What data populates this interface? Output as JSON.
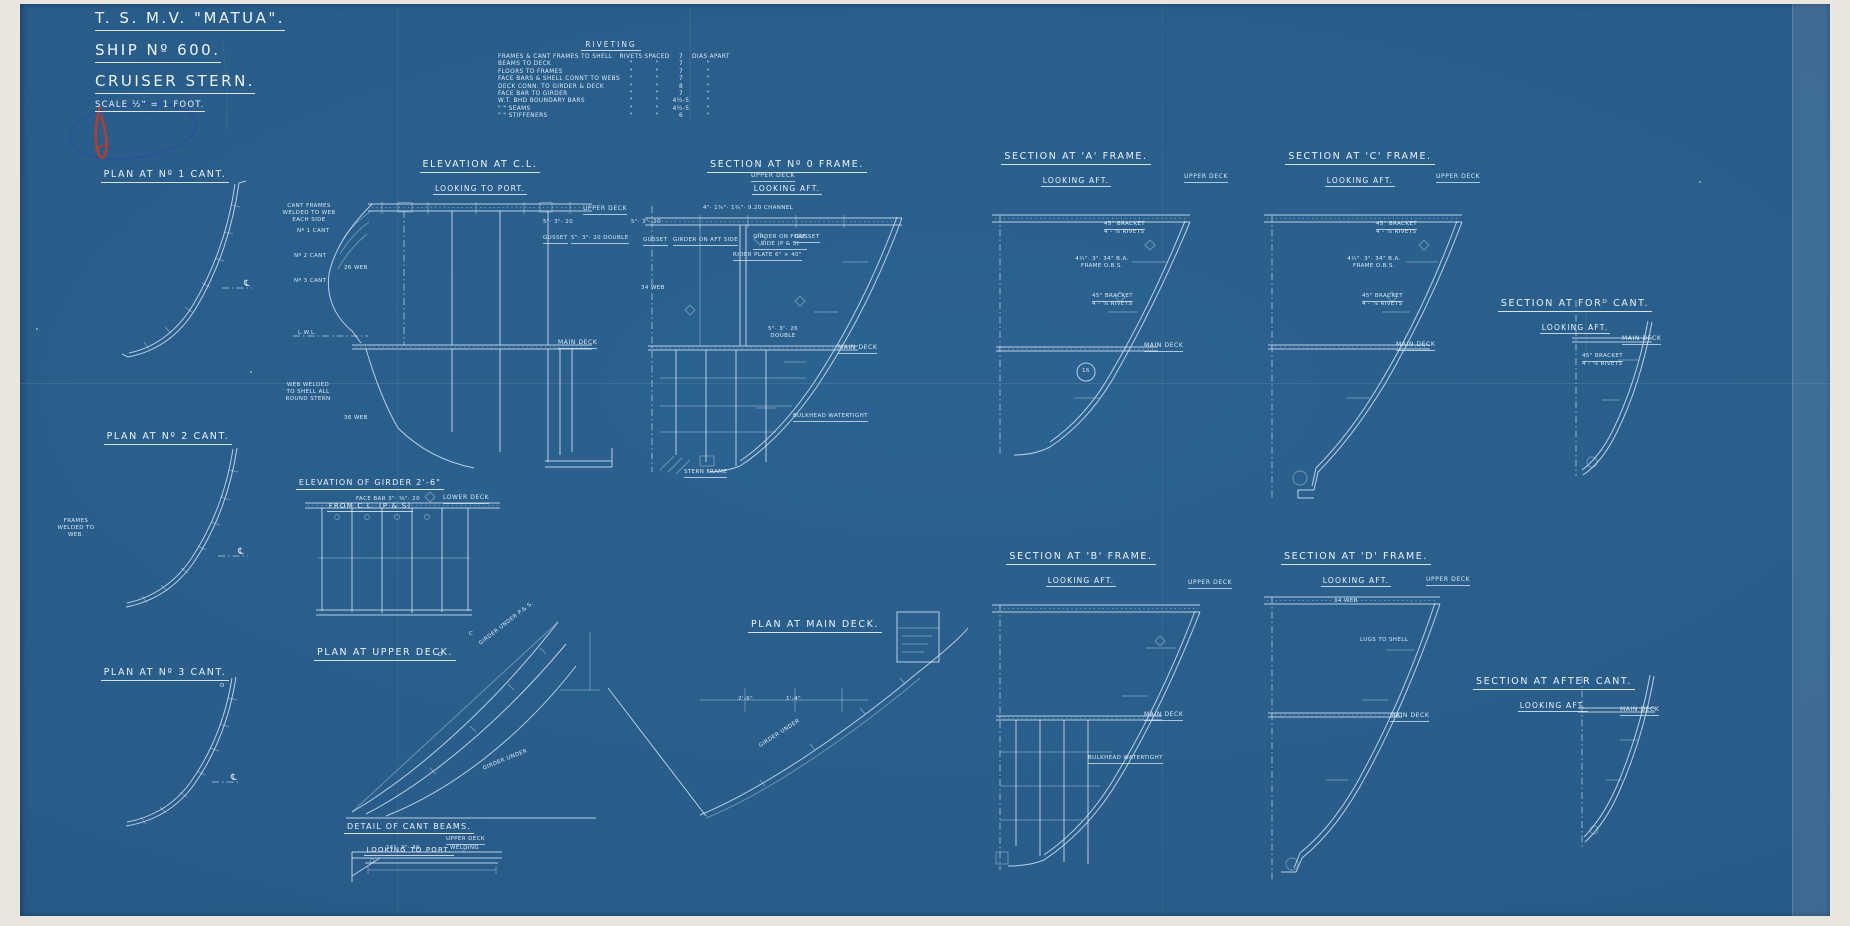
{
  "title_block": {
    "ship": "T. S. M.V. \"MATUA\".",
    "ship_no": "SHIP Nº 600.",
    "drawing": "CRUISER STERN.",
    "scale": "SCALE ½\" = 1 FOOT."
  },
  "riveting": {
    "title": "RIVETING",
    "rows": [
      {
        "item": "FRAMES & CANT FRAMES TO SHELL",
        "c1": "RIVETS",
        "c2": "SPACED",
        "val": "7",
        "c3": "DIAS APART"
      },
      {
        "item": "BEAMS TO DECK",
        "c1": "\"",
        "c2": "\"",
        "val": "7",
        "c3": "\""
      },
      {
        "item": "FLOORS TO FRAMES",
        "c1": "\"",
        "c2": "\"",
        "val": "7",
        "c3": "\""
      },
      {
        "item": "FACE BARS & SHELL CONNT TO WEBS",
        "c1": "\"",
        "c2": "\"",
        "val": "7",
        "c3": "\""
      },
      {
        "item": "DECK CONN. TO GIRDER & DECK",
        "c1": "\"",
        "c2": "\"",
        "val": "8",
        "c3": "\""
      },
      {
        "item": "FACE BAR TO GIRDER",
        "c1": "\"",
        "c2": "\"",
        "val": "7",
        "c3": "\""
      },
      {
        "item": "W.T. BHD BOUNDARY BARS",
        "c1": "\"",
        "c2": "\"",
        "val": "4½-5",
        "c3": "\""
      },
      {
        "item": "\"    \"    SEAMS",
        "c1": "\"",
        "c2": "\"",
        "val": "4½-5",
        "c3": "\""
      },
      {
        "item": "\"    \"    STIFFENERS",
        "c1": "\"",
        "c2": "\"",
        "val": "6",
        "c3": "\""
      }
    ]
  },
  "views": {
    "plan_no1": {
      "title": "PLAN AT Nº 1 CANT."
    },
    "elevation_cl": {
      "title": "ELEVATION AT C.L.",
      "sub": "LOOKING TO PORT."
    },
    "section_0": {
      "title": "SECTION AT Nº 0 FRAME.",
      "sub": "LOOKING AFT."
    },
    "section_a": {
      "title": "SECTION AT 'A' FRAME.",
      "sub": "LOOKING AFT."
    },
    "section_c": {
      "title": "SECTION AT 'C' FRAME.",
      "sub": "LOOKING AFT."
    },
    "section_ford": {
      "title": "SECTION AT FORᴰ CANT.",
      "sub": "LOOKING AFT."
    },
    "plan_no2": {
      "title": "PLAN AT Nº 2 CANT."
    },
    "girder_elev": {
      "title": "ELEVATION OF GIRDER 2'-6\"",
      "sub": "FROM C.L. (P & S)"
    },
    "plan_no3": {
      "title": "PLAN AT Nº 3 CANT."
    },
    "plan_upper": {
      "title": "PLAN AT UPPER DECK."
    },
    "plan_main": {
      "title": "PLAN AT MAIN DECK."
    },
    "section_b": {
      "title": "SECTION AT 'B' FRAME.",
      "sub": "LOOKING AFT."
    },
    "section_d": {
      "title": "SECTION AT 'D' FRAME.",
      "sub": "LOOKING AFT."
    },
    "section_after": {
      "title": "SECTION AT AFTER CANT.",
      "sub": "LOOKING AFT."
    },
    "detail_cant": {
      "title": "DETAIL OF CANT BEAMS.",
      "sub": "LOOKING TO PORT."
    }
  },
  "labels": {
    "upper_deck": "UPPER DECK",
    "main_deck": "MAIN DECK",
    "lower_deck": "LOWER DECK",
    "gusset": "GUSSET",
    "girder_aft": "GIRDER ON AFT SIDE",
    "girder_fore": "GIRDER ON FORE SIDE (P & S)",
    "rider_plate": "RIDER PLATE 6\" × 40\"",
    "channel": "4\"· 1¾\"· 1¾\"· 9.20 CHANNEL",
    "bulkhead": "BULKHEAD WATERTIGHT",
    "stern_frame": "STERN FRAME",
    "lwl": "L.W.L.",
    "cant1": "Nº 1 CANT",
    "cant2": "Nº 2 CANT",
    "cant3": "Nº 3 CANT",
    "web26": "26 WEB",
    "web34": "34 WEB",
    "web36": "36 WEB",
    "web_welded": "WEB WELDED TO SHELL ALL ROUND STERN",
    "cant_frames_welded": "CANT FRAMES WELDED TO WEB EACH SIDE",
    "frames_welded": "FRAMES WELDED TO WEB.",
    "angle_5320": "5\"· 3\"· 20",
    "angle_5320d": "5\"· 3\"· 20 DOUBLE",
    "angle_5326d": "5\"· 3\"· 26 DOUBLE",
    "frame_oba": "4½\"· 3\"· 34\" B.A. FRAME O.B.S.",
    "bracket45": "45\" BRACKET",
    "rivets478": "4 - ⅞ RIVETS",
    "lugs": "LUGS TO SHELL",
    "girder_under_ps": "GIRDER UNDER P.& S.",
    "girder_under": "GIRDER UNDER",
    "face_bar": "FACE BAR 3\"· ⅝\"· 20",
    "welding": "WELDING",
    "dim_16330": "16\"· 3\"· 30",
    "dim_2_6": "2'-6\"",
    "dim_1_4": "1'-4\"",
    "cl": "℄",
    "letter_c": "C",
    "letter_d": "D",
    "num16": "16"
  }
}
